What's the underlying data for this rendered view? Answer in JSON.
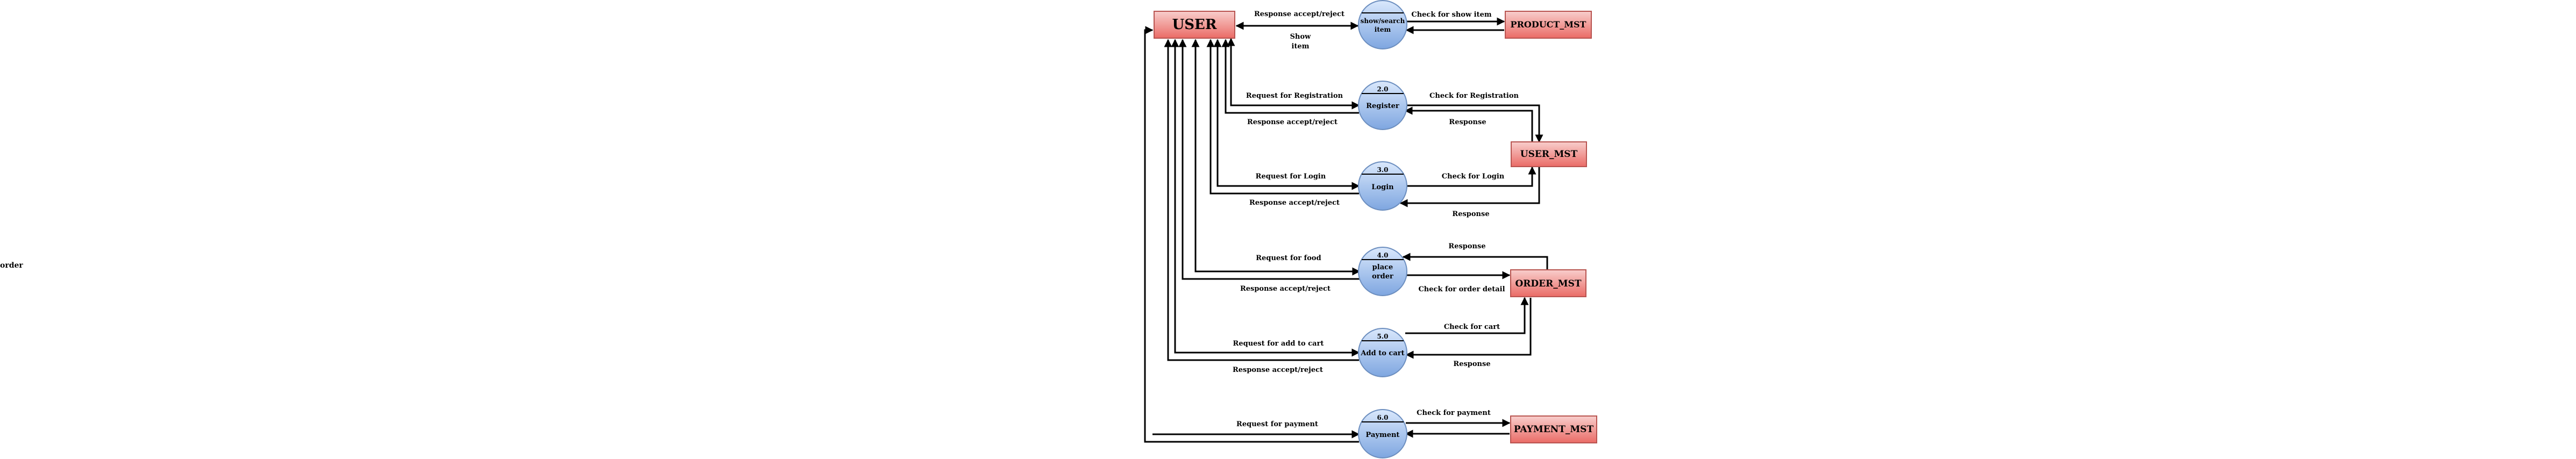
{
  "colors": {
    "entity_fill_top": "#f8cecc",
    "entity_fill_bottom": "#ea6b66",
    "entity_stroke": "#b85450",
    "process_fill_top": "#dae8fc",
    "process_fill_bottom": "#7ea6e0",
    "process_stroke": "#6c8ebf",
    "line": "#000000"
  },
  "entities": {
    "user": "USER",
    "product_mst": "PRODUCT_MST",
    "user_mst": "USER_MST",
    "order_mst": "ORDER_MST",
    "payment_mst": "PAYMENT_MST"
  },
  "processes": {
    "show": {
      "number": "",
      "name_line1": "show/search",
      "name_line2": "item"
    },
    "register": {
      "number": "2.0",
      "name_line1": "Register",
      "name_line2": ""
    },
    "login": {
      "number": "3.0",
      "name_line1": "Login",
      "name_line2": ""
    },
    "order": {
      "number": "4.0",
      "name_line1": "place",
      "name_line2": "order"
    },
    "cart": {
      "number": "5.0",
      "name_line1": "Add to cart",
      "name_line2": ""
    },
    "payment": {
      "number": "6.0",
      "name_line1": "Payment",
      "name_line2": ""
    }
  },
  "flows": {
    "show_req": "Response accept/reject",
    "show_resp_line1": "Show",
    "show_resp_line2": "item",
    "show_check": "Check for show item",
    "reg_req": "Request for Registration",
    "reg_resp": "Response accept/reject",
    "reg_check": "Check for Registration",
    "reg_db_resp": "Response",
    "login_req": "Request for Login",
    "login_resp": "Response accept/reject",
    "login_check": "Check for Login",
    "login_db_resp": "Response",
    "order_db_resp": "Response",
    "order_req": "Request for food",
    "order_resp": "Response accept/reject",
    "order_check": "Check for order detail",
    "cart_check": "Check for cart",
    "cart_req": "Request for add to cart",
    "cart_resp": "Response accept/reject",
    "cart_db_resp": "Response",
    "pay_check": "Check for payment",
    "pay_req": "Request for payment"
  },
  "stray_text": "order"
}
